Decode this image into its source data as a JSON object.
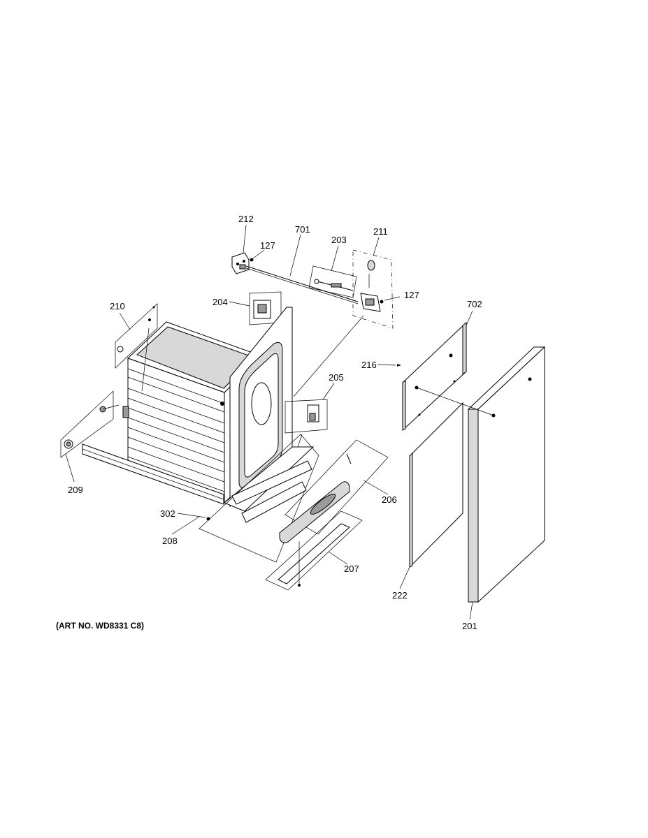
{
  "diagram": {
    "art_number": "(ART NO. WD8331 C8)",
    "callouts": {
      "c212": "212",
      "c127a": "127",
      "c701": "701",
      "c203": "203",
      "c211": "211",
      "c127b": "127",
      "c204": "204",
      "c210": "210",
      "c702": "702",
      "c216": "216",
      "c205": "205",
      "c209": "209",
      "c206": "206",
      "c302": "302",
      "c208": "208",
      "c207": "207",
      "c222": "222",
      "c201": "201"
    }
  }
}
